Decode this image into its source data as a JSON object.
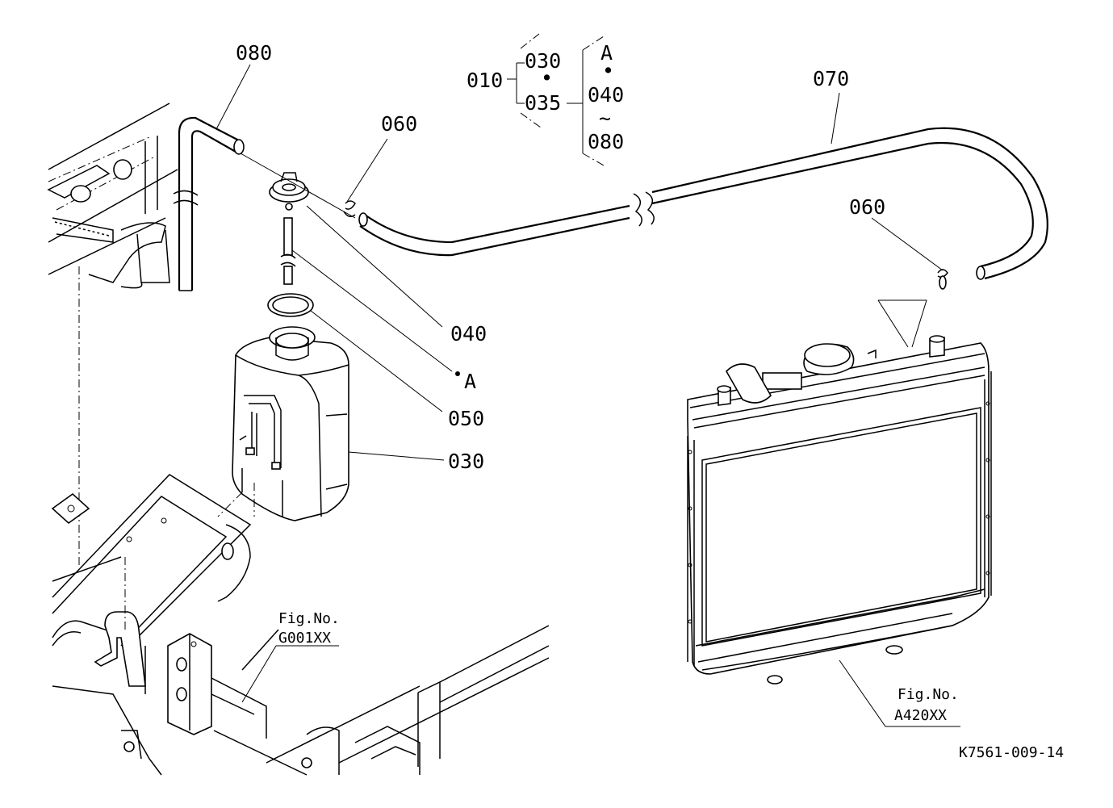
{
  "callouts": {
    "p080_top": "080",
    "p060_left": "060",
    "p070": "070",
    "p060_right": "060",
    "p040": "040",
    "pA": "A",
    "p050": "050",
    "p030": "030"
  },
  "bracket_group": {
    "root": "010",
    "first_col": [
      "030",
      "035"
    ],
    "second_col_top": "A",
    "second_col_mid": "040",
    "second_col_bottom": "080",
    "dot": "•",
    "tilde": "~"
  },
  "references": {
    "fig_left_label": "Fig.No.",
    "fig_left_code": "G001XX",
    "fig_right_label": "Fig.No.",
    "fig_right_code": "A420XX"
  },
  "drawing_id": "K7561-009-14"
}
